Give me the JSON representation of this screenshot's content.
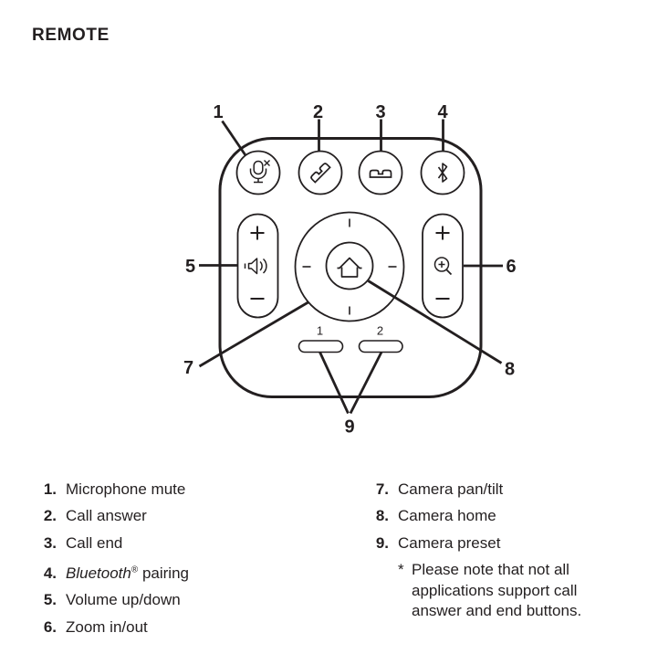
{
  "title": "REMOTE",
  "colors": {
    "ink": "#231f20",
    "background": "#ffffff"
  },
  "diagram": {
    "callouts": [
      "1",
      "2",
      "3",
      "4",
      "5",
      "6",
      "7",
      "8",
      "9"
    ],
    "preset_labels": {
      "p1": "1",
      "p2": "2"
    },
    "button_icons": [
      "mic-mute-icon",
      "call-answer-icon",
      "call-end-icon",
      "bluetooth-icon",
      "volume-speaker-icon",
      "zoom-magnifier-icon",
      "home-icon",
      "plus-icon",
      "minus-icon"
    ]
  },
  "legend": {
    "left": [
      {
        "num": "1.",
        "text": "Microphone mute"
      },
      {
        "num": "2.",
        "text": "Call answer"
      },
      {
        "num": "3.",
        "text": "Call end"
      },
      {
        "num": "4.",
        "italic": "Bluetooth",
        "sup": "®",
        "rest": " pairing"
      },
      {
        "num": "5.",
        "text": "Volume up/down"
      },
      {
        "num": "6.",
        "text": "Zoom in/out"
      }
    ],
    "right": [
      {
        "num": "7.",
        "text": "Camera pan/tilt"
      },
      {
        "num": "8.",
        "text": "Camera home"
      },
      {
        "num": "9.",
        "text": "Camera preset"
      }
    ],
    "note": {
      "star": "*",
      "lines": [
        "Please note that not all",
        "applications support call",
        "answer and end buttons."
      ]
    }
  }
}
